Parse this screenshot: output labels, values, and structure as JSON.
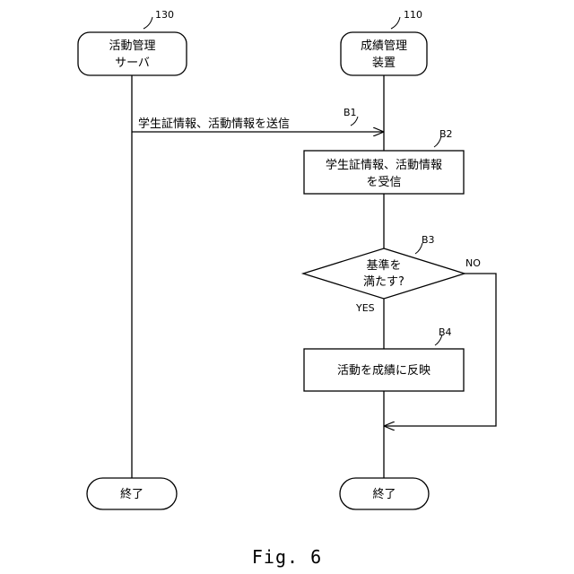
{
  "lanes": {
    "left": {
      "ref": "130",
      "header_lines": [
        "活動管理",
        "サーバ"
      ],
      "end_label": "終了"
    },
    "right": {
      "ref": "110",
      "header_lines": [
        "成績管理",
        "装置"
      ],
      "end_label": "終了"
    }
  },
  "message": {
    "ref": "B1",
    "label": "学生証情報、活動情報を送信"
  },
  "steps": {
    "b2": {
      "ref": "B2",
      "lines": [
        "学生証情報、活動情報",
        "を受信"
      ]
    },
    "b3": {
      "ref": "B3",
      "lines": [
        "基準を",
        "満たす?"
      ],
      "yes": "YES",
      "no": "NO"
    },
    "b4": {
      "ref": "B4",
      "lines": [
        "活動を成績に反映"
      ]
    }
  },
  "figure_label": "Fig. 6"
}
